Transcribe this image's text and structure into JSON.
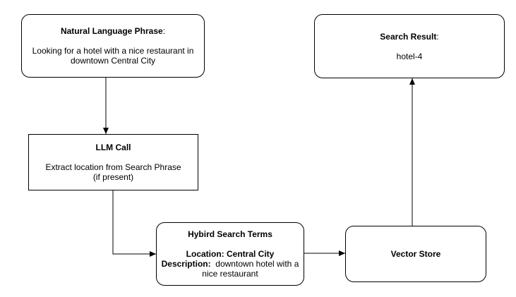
{
  "nodes": {
    "phrase": {
      "title": "Natural Language Phrase",
      "title_suffix": ":",
      "line1": "Looking for a hotel with a nice restaurant in",
      "line2": "downtown Central City"
    },
    "llm": {
      "title": "LLM Call",
      "line1": "Extract location from Search Phrase",
      "line2": "(if present)"
    },
    "hybrid": {
      "title": "Hybird Search Terms",
      "location": "Location: Central City",
      "desc_label": "Description:",
      "desc_value": "  downtown hotel with a",
      "desc_line2": "nice restaurant"
    },
    "vector": {
      "title": "Vector Store"
    },
    "result": {
      "title": "Search Result",
      "title_suffix": ":",
      "value": "hotel-4"
    }
  }
}
